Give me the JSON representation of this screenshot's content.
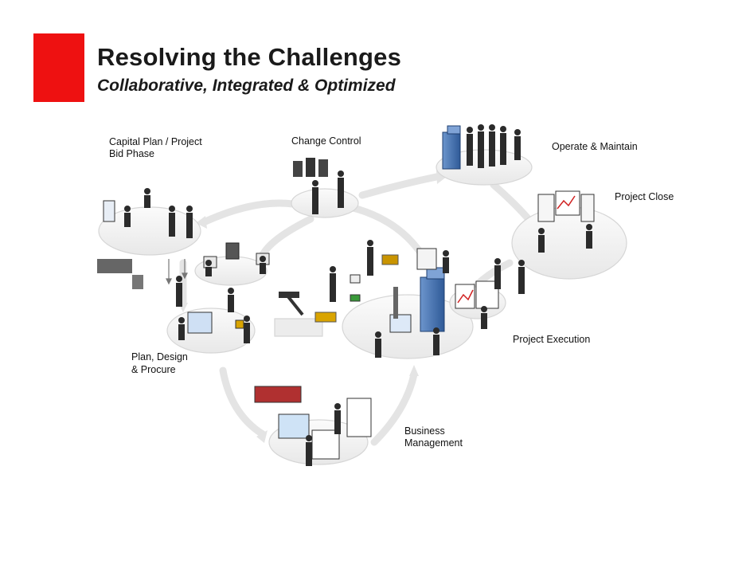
{
  "header": {
    "title": "Resolving the Challenges",
    "subtitle": "Collaborative, Integrated & Optimized",
    "accent_color": "#ee1111"
  },
  "phases": {
    "capital_plan": {
      "line1": "Capital Plan / Project",
      "line2": "Bid Phase"
    },
    "change_control": {
      "label": "Change Control"
    },
    "operate_maintain": {
      "label": "Operate & Maintain"
    },
    "project_close": {
      "label": "Project Close"
    },
    "project_execution": {
      "label": "Project Execution"
    },
    "plan_design": {
      "line1": "Plan, Design",
      "line2": "& Procure"
    },
    "business_management": {
      "line1": "Business",
      "line2": "Management"
    }
  },
  "icons": {
    "flow_arrows": "circular-flow-arrows",
    "people": "person-figure",
    "buildings": "server-building",
    "screens": "chart-display"
  },
  "colors": {
    "platform": "#f2f2f2",
    "platform_edge": "#d4d4d4",
    "arrow": "#e6e6e6",
    "figure": "#2b2b2b",
    "screen_accent": "#3a7fd0",
    "building": "#3f6fb0",
    "machine": "#d9a400"
  }
}
